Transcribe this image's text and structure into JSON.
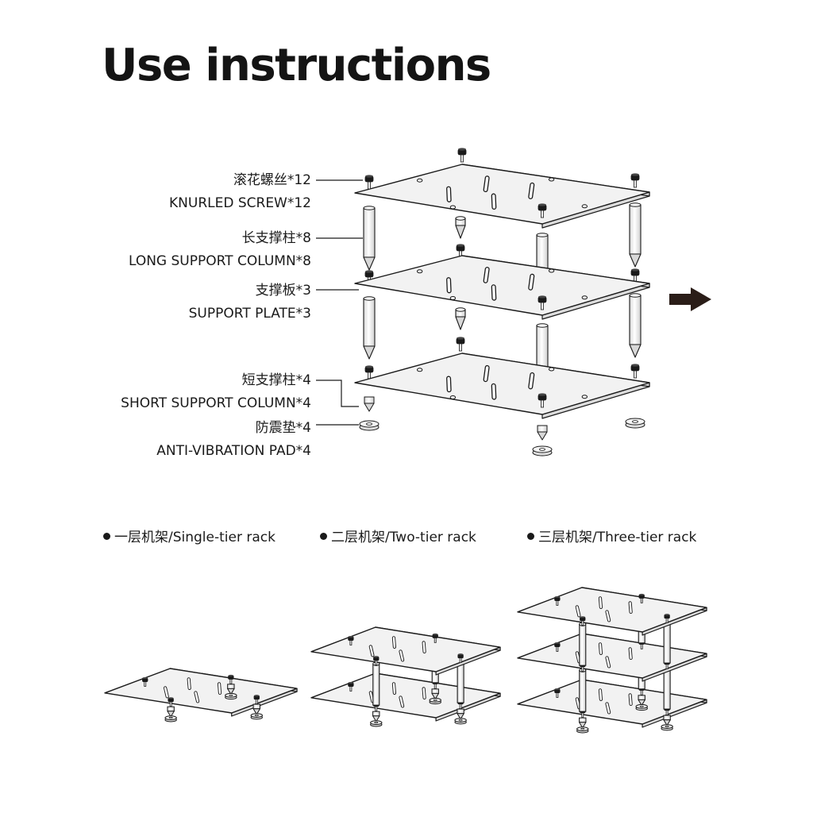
{
  "title": "Use instructions",
  "parts": [
    {
      "name_cn": "滚花螺丝*12",
      "name_en": "KNURLED SCREW*12"
    },
    {
      "name_cn": "长支撑柱*8",
      "name_en": "LONG SUPPORT COLUMN*8"
    },
    {
      "name_cn": "支撑板*3",
      "name_en": "SUPPORT PLATE*3"
    },
    {
      "name_cn": "短支撑柱*4",
      "name_en": "SHORT SUPPORT COLUMN*4"
    },
    {
      "name_cn": "防震垫*4",
      "name_en": "ANTI-VIBRATION PAD*4"
    }
  ],
  "configurations": [
    {
      "label": "一层机架/Single-tier rack",
      "tiers": 1
    },
    {
      "label": "二层机架/Two-tier rack",
      "tiers": 2
    },
    {
      "label": "三层机架/Three-tier rack",
      "tiers": 3
    }
  ],
  "colors": {
    "ink": "#1a1a1a",
    "plate": "#f2f2f2",
    "arrow": "#2a1d18"
  },
  "icons": {
    "direction_arrow": "right-arrow-icon",
    "bullet": "bullet-dot-icon"
  }
}
